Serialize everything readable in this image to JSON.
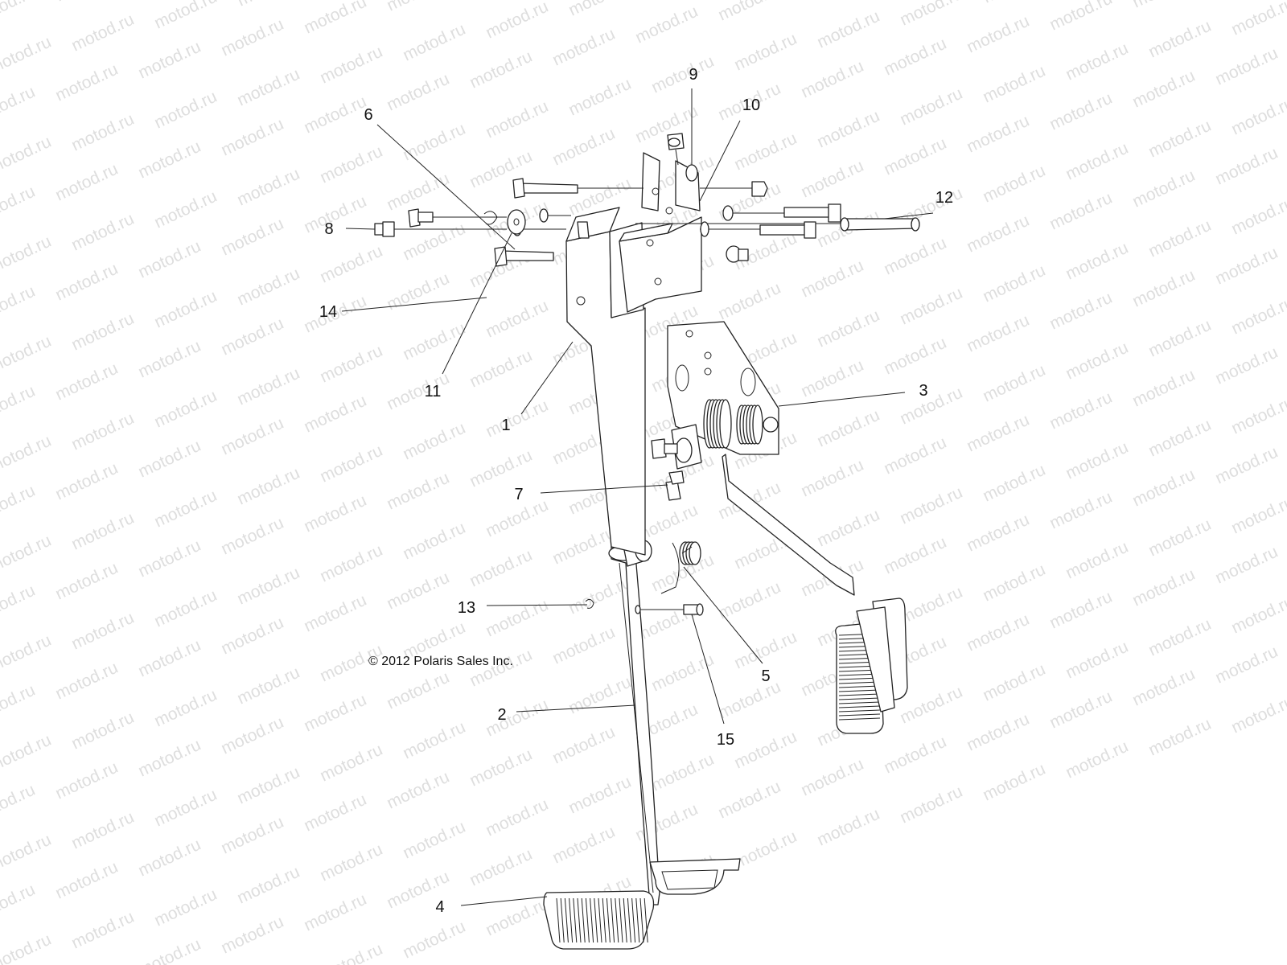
{
  "watermark": {
    "text": "motod.ru"
  },
  "copyright": "© 2012 Polaris Sales Inc.",
  "callouts": [
    {
      "id": "c1",
      "label": "1"
    },
    {
      "id": "c2",
      "label": "2"
    },
    {
      "id": "c3",
      "label": "3"
    },
    {
      "id": "c4",
      "label": "4"
    },
    {
      "id": "c5",
      "label": "5"
    },
    {
      "id": "c6",
      "label": "6"
    },
    {
      "id": "c7",
      "label": "7"
    },
    {
      "id": "c8",
      "label": "8"
    },
    {
      "id": "c9",
      "label": "9"
    },
    {
      "id": "c10",
      "label": "10"
    },
    {
      "id": "c11",
      "label": "11"
    },
    {
      "id": "c12",
      "label": "12"
    },
    {
      "id": "c13",
      "label": "13"
    },
    {
      "id": "c14",
      "label": "14"
    },
    {
      "id": "c15",
      "label": "15"
    }
  ]
}
